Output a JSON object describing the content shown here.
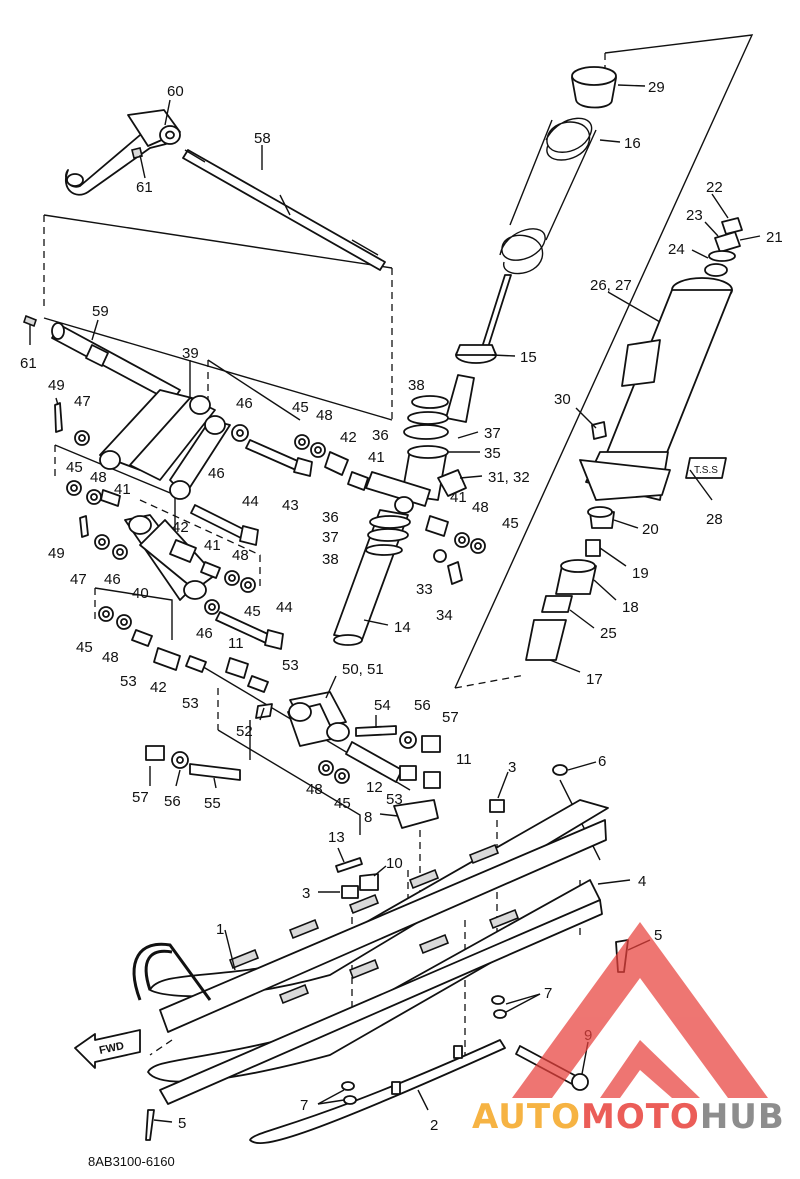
{
  "diagram": {
    "reference_code": "8AB3100-6160",
    "fwd_label": "FWD",
    "tss_label": "T.S.S",
    "callouts": [
      {
        "id": "c60",
        "text": "60"
      },
      {
        "id": "c58",
        "text": "58"
      },
      {
        "id": "c61a",
        "text": "61"
      },
      {
        "id": "c59",
        "text": "59"
      },
      {
        "id": "c61b",
        "text": "61"
      },
      {
        "id": "c39",
        "text": "39"
      },
      {
        "id": "c49a",
        "text": "49"
      },
      {
        "id": "c47a",
        "text": "47"
      },
      {
        "id": "c46a",
        "text": "46"
      },
      {
        "id": "c45a",
        "text": "45"
      },
      {
        "id": "c48a",
        "text": "48"
      },
      {
        "id": "c42a",
        "text": "42"
      },
      {
        "id": "c41a",
        "text": "41"
      },
      {
        "id": "c43",
        "text": "43"
      },
      {
        "id": "c45b",
        "text": "45"
      },
      {
        "id": "c48b",
        "text": "48"
      },
      {
        "id": "c41b",
        "text": "41"
      },
      {
        "id": "c46b",
        "text": "46"
      },
      {
        "id": "c44a",
        "text": "44"
      },
      {
        "id": "c49b",
        "text": "49"
      },
      {
        "id": "c42b",
        "text": "42"
      },
      {
        "id": "c41c",
        "text": "41"
      },
      {
        "id": "c47b",
        "text": "47"
      },
      {
        "id": "c46c",
        "text": "46"
      },
      {
        "id": "c48c",
        "text": "48"
      },
      {
        "id": "c40",
        "text": "40"
      },
      {
        "id": "c45c",
        "text": "45"
      },
      {
        "id": "c44b",
        "text": "44"
      },
      {
        "id": "c46d",
        "text": "46"
      },
      {
        "id": "c45d",
        "text": "45"
      },
      {
        "id": "c48d",
        "text": "48"
      },
      {
        "id": "c11a",
        "text": "11"
      },
      {
        "id": "c53a",
        "text": "53"
      },
      {
        "id": "c53b",
        "text": "53"
      },
      {
        "id": "c42c",
        "text": "42"
      },
      {
        "id": "c53c",
        "text": "53"
      },
      {
        "id": "c29",
        "text": "29"
      },
      {
        "id": "c16",
        "text": "16"
      },
      {
        "id": "c22",
        "text": "22"
      },
      {
        "id": "c23",
        "text": "23"
      },
      {
        "id": "c21",
        "text": "21"
      },
      {
        "id": "c24",
        "text": "24"
      },
      {
        "id": "c2627",
        "text": "26, 27"
      },
      {
        "id": "c15",
        "text": "15"
      },
      {
        "id": "c38a",
        "text": "38"
      },
      {
        "id": "c36a",
        "text": "36"
      },
      {
        "id": "c37a",
        "text": "37"
      },
      {
        "id": "c35",
        "text": "35"
      },
      {
        "id": "c3132",
        "text": "31, 32"
      },
      {
        "id": "c30",
        "text": "30"
      },
      {
        "id": "c28",
        "text": "28"
      },
      {
        "id": "c41d",
        "text": "41"
      },
      {
        "id": "c48e",
        "text": "48"
      },
      {
        "id": "c45e",
        "text": "45"
      },
      {
        "id": "c36b",
        "text": "36"
      },
      {
        "id": "c37b",
        "text": "37"
      },
      {
        "id": "c38b",
        "text": "38"
      },
      {
        "id": "c33",
        "text": "33"
      },
      {
        "id": "c34",
        "text": "34"
      },
      {
        "id": "c14",
        "text": "14"
      },
      {
        "id": "c20",
        "text": "20"
      },
      {
        "id": "c19",
        "text": "19"
      },
      {
        "id": "c18",
        "text": "18"
      },
      {
        "id": "c25",
        "text": "25"
      },
      {
        "id": "c17",
        "text": "17"
      },
      {
        "id": "c5051",
        "text": "50, 51"
      },
      {
        "id": "c54",
        "text": "54"
      },
      {
        "id": "c56a",
        "text": "56"
      },
      {
        "id": "c57a",
        "text": "57"
      },
      {
        "id": "c52",
        "text": "52"
      },
      {
        "id": "c11b",
        "text": "11"
      },
      {
        "id": "c12",
        "text": "12"
      },
      {
        "id": "c48f",
        "text": "48"
      },
      {
        "id": "c45f",
        "text": "45"
      },
      {
        "id": "c53d",
        "text": "53"
      },
      {
        "id": "c57b",
        "text": "57"
      },
      {
        "id": "c56b",
        "text": "56"
      },
      {
        "id": "c55",
        "text": "55"
      },
      {
        "id": "c3a",
        "text": "3"
      },
      {
        "id": "c6",
        "text": "6"
      },
      {
        "id": "c8",
        "text": "8"
      },
      {
        "id": "c13",
        "text": "13"
      },
      {
        "id": "c10",
        "text": "10"
      },
      {
        "id": "c3b",
        "text": "3"
      },
      {
        "id": "c4",
        "text": "4"
      },
      {
        "id": "c1",
        "text": "1"
      },
      {
        "id": "c5a",
        "text": "5"
      },
      {
        "id": "c7a",
        "text": "7"
      },
      {
        "id": "c9",
        "text": "9"
      },
      {
        "id": "c7b",
        "text": "7"
      },
      {
        "id": "c5b",
        "text": "5"
      },
      {
        "id": "c2",
        "text": "2"
      }
    ]
  },
  "watermark": {
    "part1": "AUTO",
    "part2": "MOTO",
    "part3": "HUB",
    "color_orange": "#f5a623",
    "color_red": "#e8413c",
    "color_gray": "#7a7a7a"
  }
}
